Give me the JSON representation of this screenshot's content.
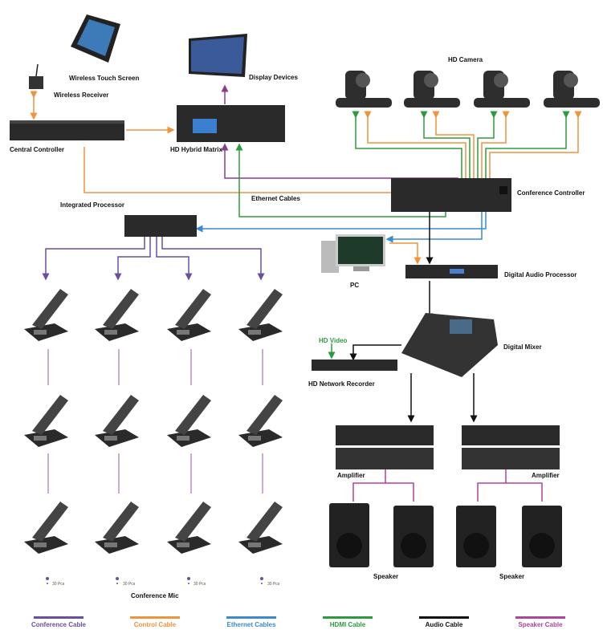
{
  "labels": {
    "wireless_touch_screen": "Wireless Touch Screen",
    "wireless_receiver": "Wireless Receiver",
    "central_controller": "Central Controller",
    "hd_hybrid_matrix": "HD Hybrid Matrix",
    "display_devices": "Display Devices",
    "hd_camera": "HD Camera",
    "conference_controller": "Conference Controller",
    "ethernet_cables": "Ethernet Cables",
    "integrated_processor": "Integrated Processor",
    "pc": "PC",
    "digital_audio_processor": "Digital Audio Processor",
    "digital_mixer": "Digital Mixer",
    "hd_video": "HD Video",
    "hd_network_recorder": "HD Network Recorder",
    "amplifier": "Amplifier",
    "speaker": "Speaker",
    "mic_count": "30 Pcs",
    "conference_mic": "Conference Mic"
  },
  "legend": [
    {
      "label": "Conference Cable",
      "color": "#6a4fa0"
    },
    {
      "label": "Control Cable",
      "color": "#f0933a"
    },
    {
      "label": "Ethernet Cables",
      "color": "#3b8ad0"
    },
    {
      "label": "HDMI Cable",
      "color": "#2e9a3e"
    },
    {
      "label": "Audio Cable",
      "color": "#111111"
    },
    {
      "label": "Speaker Cable",
      "color": "#b0449a"
    }
  ],
  "colors": {
    "device": "#2a2a2a",
    "matrix_line": "#8a3c8a"
  }
}
